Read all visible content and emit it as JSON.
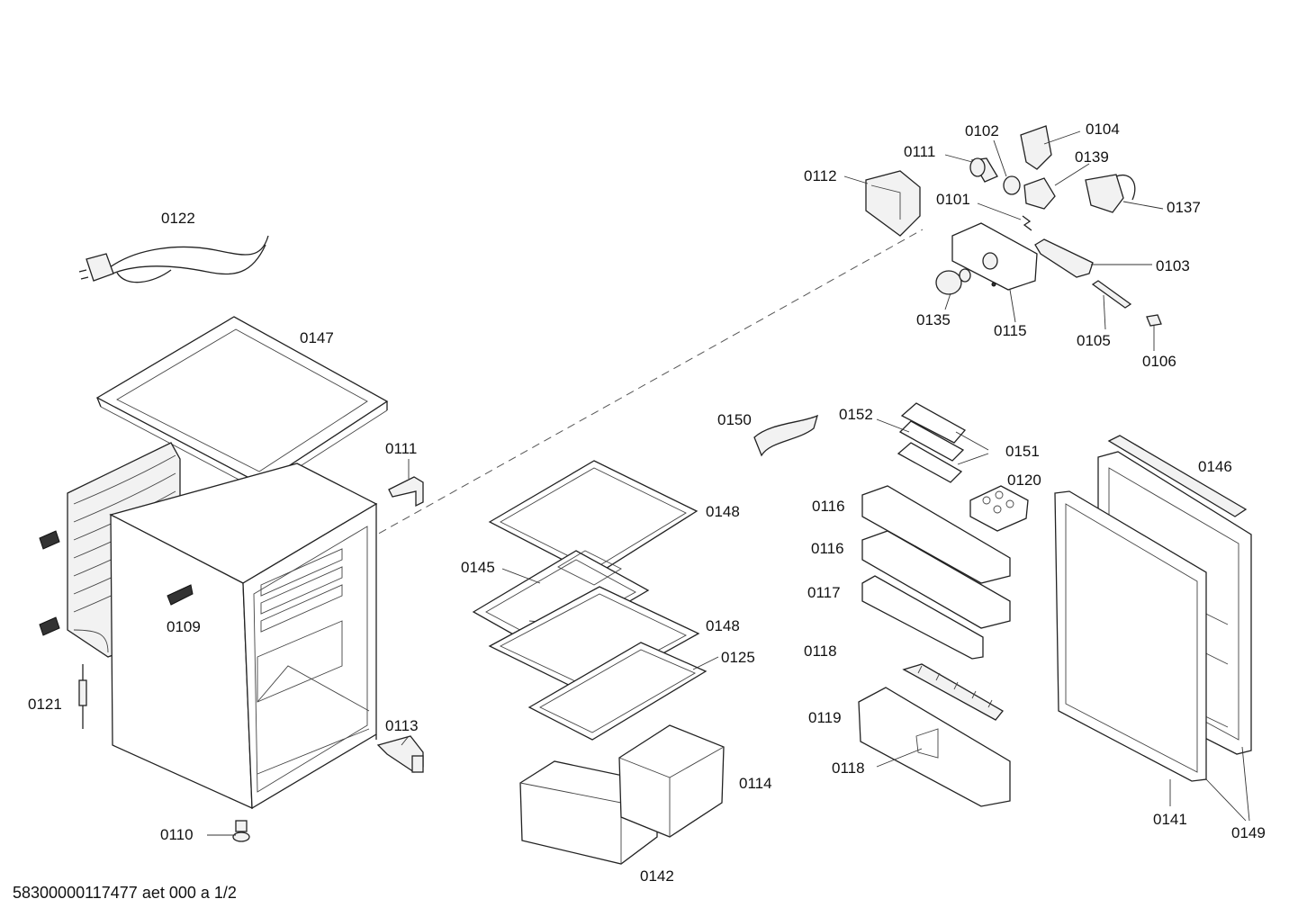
{
  "document_id": "58300000117477 aet 000 a 1/2",
  "labels": {
    "l0102": "0102",
    "l0104": "0104",
    "l0111a": "0111",
    "l0139": "0139",
    "l0112": "0112",
    "l0137": "0137",
    "l0101": "0101",
    "l0103": "0103",
    "l0135": "0135",
    "l0115": "0115",
    "l0105": "0105",
    "l0106": "0106",
    "l0122": "0122",
    "l0147": "0147",
    "l0111b": "0111",
    "l0109": "0109",
    "l0121": "0121",
    "l0113": "0113",
    "l0110": "0110",
    "l0150": "0150",
    "l0152": "0152",
    "l0151": "0151",
    "l0120": "0120",
    "l0146": "0146",
    "l0148a": "0148",
    "l0145": "0145",
    "l0148b": "0148",
    "l0125": "0125",
    "l0114": "0114",
    "l0142": "0142",
    "l0116a": "0116",
    "l0116b": "0116",
    "l0117": "0117",
    "l0118a": "0118",
    "l0119": "0119",
    "l0118b": "0118",
    "l0141": "0141",
    "l0149": "0149"
  }
}
